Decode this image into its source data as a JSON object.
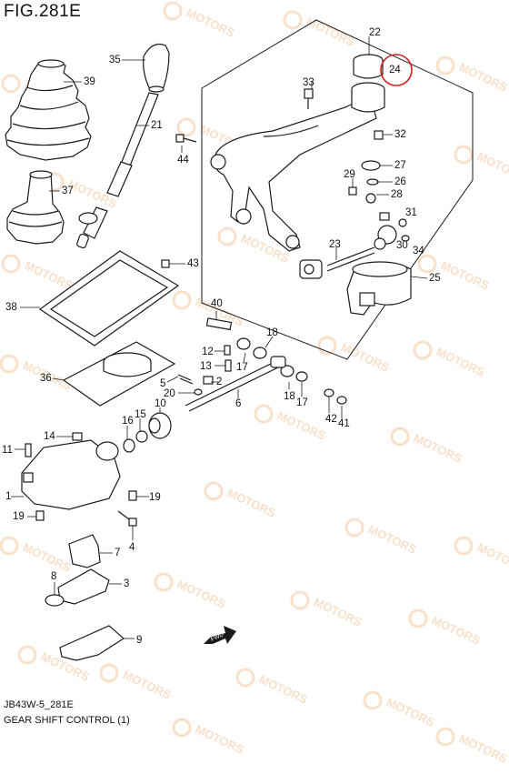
{
  "figure": {
    "title": "FIG.281E",
    "code": "JB43W-5_281E",
    "name": "GEAR SHIFT CONTROL (1)",
    "highlight_color": "#d32020",
    "watermark_color": "#f3c7a0",
    "line_color": "#1a1a1a"
  },
  "fwd_arrow": {
    "label": "FWD",
    "icon": "fwd-arrow-icon"
  },
  "callouts": [
    {
      "id": "c1",
      "text": "1"
    },
    {
      "id": "c2",
      "text": "2"
    },
    {
      "id": "c3",
      "text": "3"
    },
    {
      "id": "c4",
      "text": "4"
    },
    {
      "id": "c5",
      "text": "5"
    },
    {
      "id": "c6",
      "text": "6"
    },
    {
      "id": "c7",
      "text": "7"
    },
    {
      "id": "c8",
      "text": "8"
    },
    {
      "id": "c9",
      "text": "9"
    },
    {
      "id": "c10",
      "text": "10"
    },
    {
      "id": "c11",
      "text": "11"
    },
    {
      "id": "c12",
      "text": "12"
    },
    {
      "id": "c13",
      "text": "13"
    },
    {
      "id": "c14",
      "text": "14"
    },
    {
      "id": "c15",
      "text": "15"
    },
    {
      "id": "c16",
      "text": "16"
    },
    {
      "id": "c17a",
      "text": "17"
    },
    {
      "id": "c17b",
      "text": "17"
    },
    {
      "id": "c18a",
      "text": "18"
    },
    {
      "id": "c18b",
      "text": "18"
    },
    {
      "id": "c19a",
      "text": "19"
    },
    {
      "id": "c19b",
      "text": "19"
    },
    {
      "id": "c20",
      "text": "20"
    },
    {
      "id": "c21",
      "text": "21"
    },
    {
      "id": "c22",
      "text": "22"
    },
    {
      "id": "c23",
      "text": "23"
    },
    {
      "id": "c24",
      "text": "24"
    },
    {
      "id": "c25",
      "text": "25"
    },
    {
      "id": "c26",
      "text": "26"
    },
    {
      "id": "c27",
      "text": "27"
    },
    {
      "id": "c28",
      "text": "28"
    },
    {
      "id": "c29",
      "text": "29"
    },
    {
      "id": "c30",
      "text": "30"
    },
    {
      "id": "c31",
      "text": "31"
    },
    {
      "id": "c32",
      "text": "32"
    },
    {
      "id": "c33",
      "text": "33"
    },
    {
      "id": "c34",
      "text": "34"
    },
    {
      "id": "c35",
      "text": "35"
    },
    {
      "id": "c36",
      "text": "36"
    },
    {
      "id": "c37",
      "text": "37"
    },
    {
      "id": "c38",
      "text": "38"
    },
    {
      "id": "c39",
      "text": "39"
    },
    {
      "id": "c40",
      "text": "40"
    },
    {
      "id": "c41",
      "text": "41"
    },
    {
      "id": "c42",
      "text": "42"
    },
    {
      "id": "c43",
      "text": "43"
    },
    {
      "id": "c44",
      "text": "44"
    }
  ]
}
